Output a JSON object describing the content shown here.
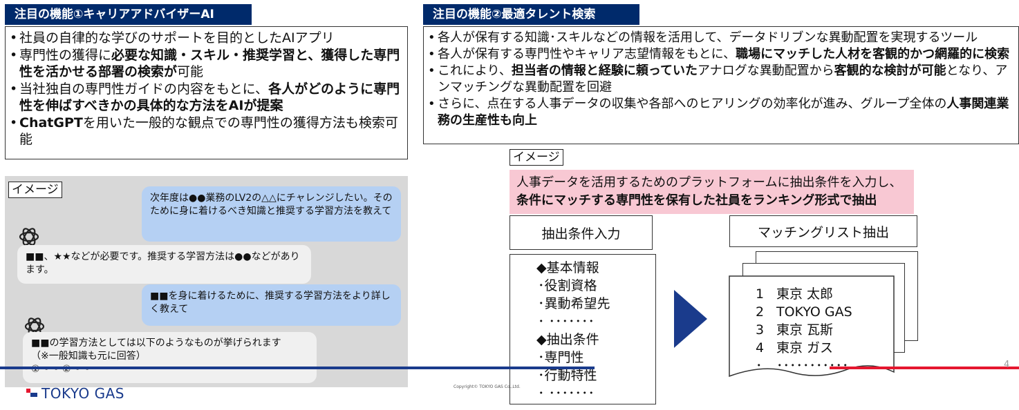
{
  "feature1": {
    "heading": "注目の機能①キャリアアドバイザーAI",
    "bullets": [
      {
        "parts": [
          {
            "t": "社員の自律的な学びのサポートを目的としたAIアプリ",
            "b": false
          }
        ]
      },
      {
        "parts": [
          {
            "t": "専門性の獲得に",
            "b": false
          },
          {
            "t": "必要な知識・スキル・推奨学習と、獲得した専門性を活かせる部署の検索が",
            "b": true
          },
          {
            "t": "可能",
            "b": false
          }
        ]
      },
      {
        "parts": [
          {
            "t": "当社独自の専門性ガイドの内容をもとに、",
            "b": false
          },
          {
            "t": "各人がどのように専門性を伸ばすべきかの具体的な方法をAIが提案",
            "b": true
          }
        ]
      },
      {
        "parts": [
          {
            "t": "ChatGPT",
            "b": true
          },
          {
            "t": "を用いた一般的な観点での専門性の獲得方法も検索可能",
            "b": false
          }
        ]
      }
    ]
  },
  "feature2": {
    "heading": "注目の機能②最適タレント検索",
    "bullets": [
      {
        "parts": [
          {
            "t": "各人が保有する知識･スキルなどの情報を活用して、データドリブンな異動配置を実現するツール",
            "b": false
          }
        ]
      },
      {
        "parts": [
          {
            "t": "各人が保有する専門性やキャリア志望情報をもとに、",
            "b": false
          },
          {
            "t": "職場にマッチした人材を客観的かつ網羅的に検索",
            "b": true
          }
        ]
      },
      {
        "parts": [
          {
            "t": "これにより、",
            "b": false
          },
          {
            "t": "担当者の情報と経験に頼っていた",
            "b": true
          },
          {
            "t": "アナログな異動配置から",
            "b": false
          },
          {
            "t": "客観的な検討が可能",
            "b": true
          },
          {
            "t": "となり、アンマッチングな異動配置を回避",
            "b": false
          }
        ]
      },
      {
        "parts": [
          {
            "t": "さらに、点在する人事データの収集や各部へのヒアリングの効率化が進み、グループ全体の",
            "b": false
          },
          {
            "t": "人事関連業務の生産性も向上",
            "b": true
          }
        ]
      }
    ]
  },
  "chat": {
    "tag": "イメージ",
    "msg1": "次年度は●●業務のLV2の△△にチャレンジしたい。そのために身に着けるべき知識と推奨する学習方法を教えて",
    "reply1": "■■、★★などが必要です。推奨する学習方法は●●などがあります。",
    "msg2": "■■を身に着けるために、推奨する学習方法をより詳しく教えて",
    "reply2_line1": "■■の学習方法としては以下のようなものが挙げられます",
    "reply2_line2": "（※一般知識も元に回答）",
    "reply2_line3": "①～～ ②～～"
  },
  "diagram": {
    "tag": "イメージ",
    "pink_line1": "人事データを活用するためのプラットフォームに抽出条件を入力し、",
    "pink_line2": "条件にマッチする専門性を保有した社員をランキング形式で抽出",
    "input_label": "抽出条件入力",
    "output_label": "マッチングリスト抽出",
    "conditions": [
      "◆基本情報",
      "･役割資格",
      "･異動希望先",
      "･ ･･･････",
      "◆抽出条件",
      "･専門性",
      "･行動特性",
      "･ ･･･････"
    ],
    "ranking": [
      {
        "rank": "1",
        "name": "東京 太郎"
      },
      {
        "rank": "2",
        "name": "TOKYO GAS"
      },
      {
        "rank": "3",
        "name": "東京 瓦斯"
      },
      {
        "rank": "4",
        "name": "東京 ガス"
      },
      {
        "rank": "･",
        "name": "･･･････････"
      }
    ]
  },
  "footer": {
    "logo_text": "TOKYO GAS",
    "copyright": "Copyright© TOKYO GAS Co.,Ltd.",
    "page_number": "4"
  },
  "colors": {
    "heading_bg": "#002a6b",
    "pink": "#f8c8d3",
    "user_bubble": "#b5d0f3",
    "ai_bubble": "#f0f0f0",
    "chat_bg": "#d8d8d8",
    "arrow": "#1a3b8c",
    "brand_red": "#e5172f",
    "brand_blue": "#1a3b8c"
  }
}
